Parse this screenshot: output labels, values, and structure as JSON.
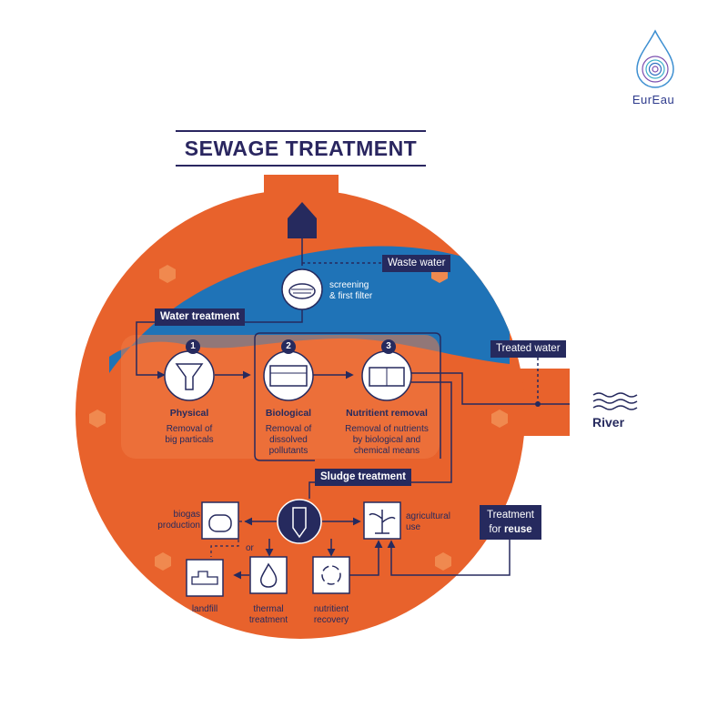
{
  "brand": {
    "name": "EurEau"
  },
  "title": "SEWAGE TREATMENT",
  "labels": {
    "waste_water": "Waste water",
    "screening_1": "screening",
    "screening_2": "& first filter",
    "water_treatment": "Water treatment",
    "treated_water": "Treated water",
    "river": "River",
    "sludge_treatment": "Sludge treatment",
    "reuse_1": "Treatment",
    "reuse_2_prefix": "for ",
    "reuse_2_bold": "reuse",
    "or": "or"
  },
  "steps": [
    {
      "num": "1",
      "name": "Physical",
      "desc_1": "Removal of",
      "desc_2": "big particals"
    },
    {
      "num": "2",
      "name": "Biological",
      "desc_1": "Removal of",
      "desc_2": "dissolved",
      "desc_3": "pollutants"
    },
    {
      "num": "3",
      "name": "Nutritient removal",
      "desc_1": "Removal of nutrients",
      "desc_2": "by biological and",
      "desc_3": "chemical means"
    }
  ],
  "sludge": {
    "biogas_1": "biogas",
    "biogas_2": "production",
    "agri_1": "agricultural",
    "agri_2": "use",
    "landfill": "landfill",
    "thermal_1": "thermal",
    "thermal_2": "treatment",
    "nutrient_1": "nutritient",
    "nutrient_2": "recovery"
  },
  "colors": {
    "orange": "#e8622c",
    "blue": "#1f73b7",
    "navy": "#262a5e",
    "hexagon": "#f0894f"
  }
}
